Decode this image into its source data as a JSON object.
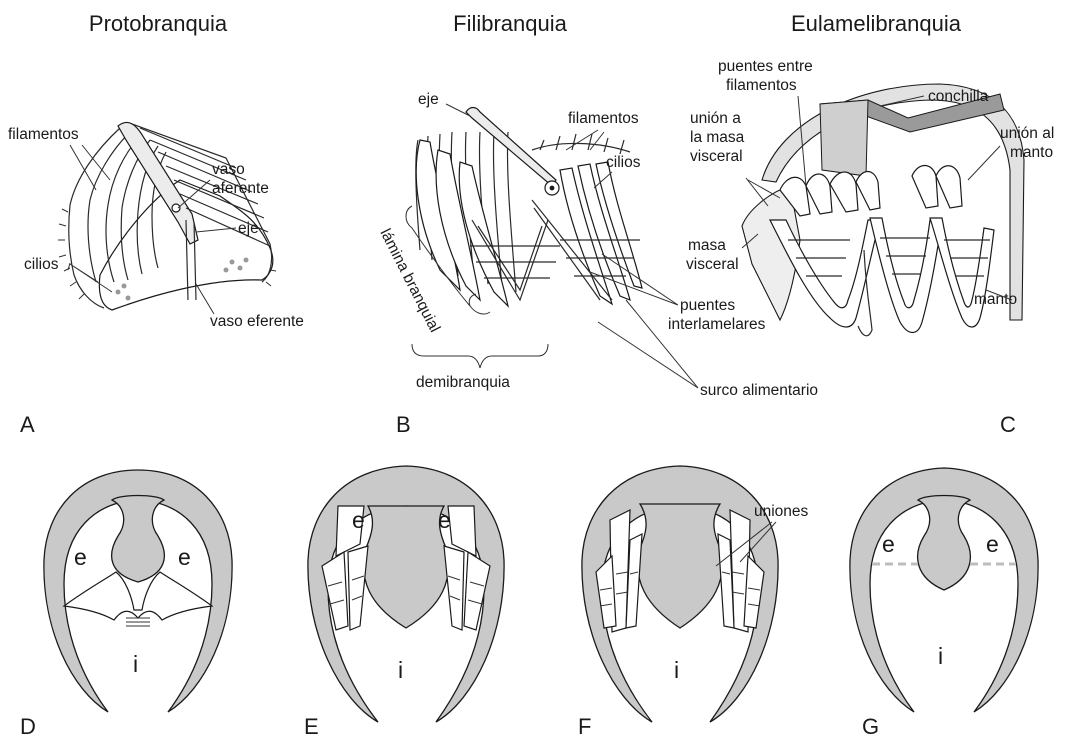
{
  "titles": {
    "a": "Protobranquia",
    "b": "Filibranquia",
    "c": "Eulamelibranquia"
  },
  "panel_letters": {
    "a": "A",
    "b": "B",
    "c": "C",
    "d": "D",
    "e": "E",
    "f": "F",
    "g": "G"
  },
  "labels_a": {
    "filamentos": "filamentos",
    "vaso": "vaso",
    "aferente": "aferente",
    "eje": "eje",
    "cilios": "cilios",
    "vaso_eferente": "vaso eferente"
  },
  "labels_b": {
    "eje": "eje",
    "filamentos": "filamentos",
    "cilios": "cilios",
    "lamina_branquial": "lámina branquial",
    "demibranquia": "demibranquia",
    "puentes": "puentes",
    "interlamelares": "interlamelares",
    "surco_alimentario": "surco alimentario"
  },
  "labels_c": {
    "puentes_entre": "puentes entre",
    "filamentos": "filamentos",
    "conchilla": "conchilla",
    "union_a": "unión a",
    "la_masa": "la masa",
    "visceral": "visceral",
    "union_al": "unión al",
    "manto": "manto",
    "masa": "masa",
    "visceral2": "visceral",
    "manto2": "manto"
  },
  "labels_bottom": {
    "e": "e",
    "i": "i",
    "uniones": "uniones"
  },
  "colors": {
    "tissue_gray": "#c9c9c9",
    "outline": "#1a1a1a",
    "mantle_gray": "#d7d7d7",
    "dashed_line": "#bdbdbd"
  }
}
